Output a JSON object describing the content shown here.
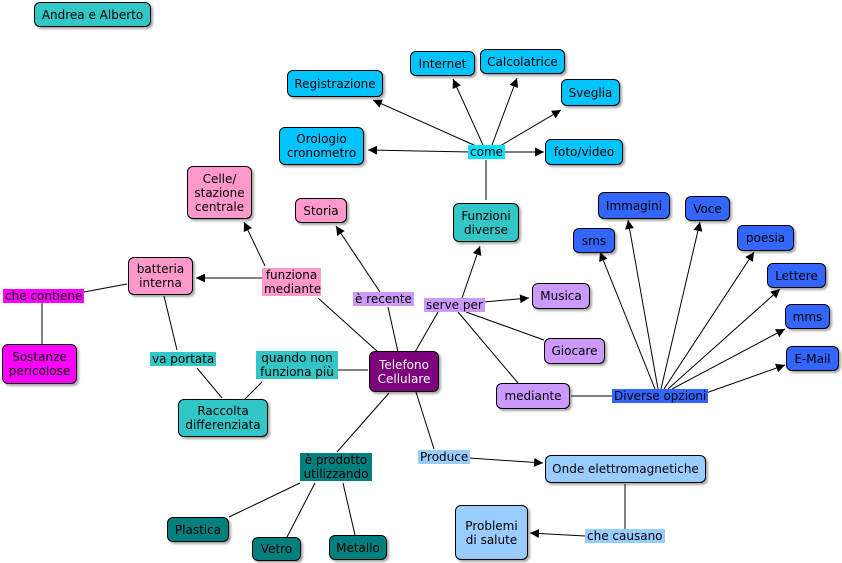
{
  "authors": "Andrea e Alberto",
  "concepts": {
    "telefono": "Telefono Cellulare",
    "batteria": "batteria interna",
    "celle": "Celle/ stazione centrale",
    "storia": "Storia",
    "funzioni": "Funzioni diverse",
    "registrazione": "Registrazione",
    "internet": "Internet",
    "calcolatrice": "Calcolatrice",
    "sveglia": "Sveglia",
    "orologio": "Orologio cronometro",
    "foto_video": "foto/video",
    "sostanze": "Sostanze pericolose",
    "raccolta": "Raccolta differenziata",
    "musica": "Musica",
    "giocare": "Giocare",
    "mediante": "mediante",
    "immagini": "Immagini",
    "voce": "Voce",
    "sms": "sms",
    "poesia": "poesia",
    "lettere": "Lettere",
    "mms": "mms",
    "email": "E-Mail",
    "onde": "Onde elettromagnetiche",
    "problemi": "Problemi di salute",
    "plastica": "Plastica",
    "vetro": "Vetro",
    "metallo": "Metallo"
  },
  "links": {
    "come": "come",
    "funziona_mediante": "funziona mediante",
    "e_recente": "è recente",
    "serve_per": "serve per",
    "che_contiene": "che contiene",
    "va_portata": "va portata",
    "quando_non": "quando non funziona più",
    "diverse_opzioni": "Diverse opzioni",
    "produce": "Produce",
    "che_causano": "che causano",
    "prodotto": "è prodotto utilizzando"
  },
  "colors": {
    "cyan": "#00c4ff",
    "teal": "#33c6c6",
    "pink": "#ff99cc",
    "magenta": "#ff00ff",
    "purple": "#7d007d",
    "lavender": "#cc99ff",
    "blue": "#3366ff",
    "lightblue": "#99ccff",
    "darkteal": "#007f7f"
  }
}
